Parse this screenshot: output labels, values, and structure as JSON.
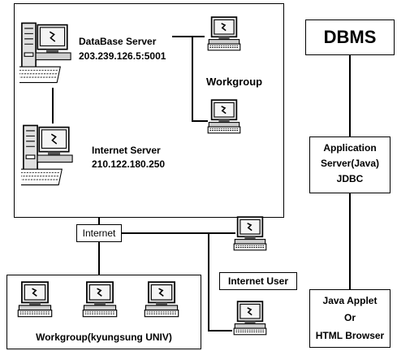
{
  "left": {
    "db_server_name": "DataBase Server",
    "db_server_addr": "203.239.126.5:5001",
    "inet_server_name": "Internet Server",
    "inet_server_addr": "210.122.180.250",
    "workgroup_label": "Workgroup",
    "internet_label": "Internet",
    "internet_user_label": "Internet User",
    "workgroup_univ_label": "Workgroup(kyungsung UNIV)"
  },
  "right": {
    "dbms_label": "DBMS",
    "app_server_line1": "Application",
    "app_server_line2": "Server(Java)",
    "app_server_line3": "JDBC",
    "client_line1": "Java Applet",
    "client_line2": "Or",
    "client_line3": "HTML Browser"
  },
  "icons": {
    "server": "tower-server-icon",
    "workstation": "desktop-computer-icon"
  }
}
